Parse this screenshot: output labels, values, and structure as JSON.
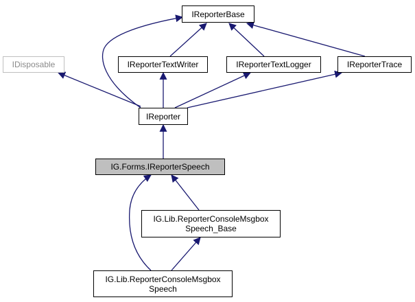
{
  "diagram": {
    "nodes": {
      "ireporter_base": {
        "lines": [
          "IReporterBase"
        ]
      },
      "idisposable": {
        "lines": [
          "IDisposable"
        ]
      },
      "ireporter_text_writer": {
        "lines": [
          "IReporterTextWriter"
        ]
      },
      "ireporter_text_logger": {
        "lines": [
          "IReporterTextLogger"
        ]
      },
      "ireporter_trace": {
        "lines": [
          "IReporterTrace"
        ]
      },
      "ireporter": {
        "lines": [
          "IReporter"
        ]
      },
      "ireporter_speech": {
        "lines": [
          "IG.Forms.IReporterSpeech"
        ]
      },
      "console_msgbox_speech_base": {
        "lines": [
          "IG.Lib.ReporterConsoleMsgbox",
          "Speech_Base"
        ]
      },
      "console_msgbox_speech": {
        "lines": [
          "IG.Lib.ReporterConsoleMsgbox",
          "Speech"
        ]
      }
    },
    "colors": {
      "edge": "#191970",
      "node_border": "#000000",
      "external_border": "#bfbfbf",
      "current_fill": "#bfbfbf"
    }
  }
}
